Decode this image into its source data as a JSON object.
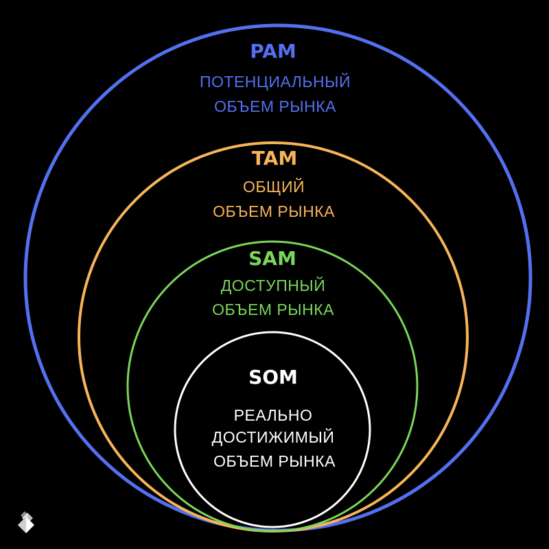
{
  "colors": {
    "background": "#000000",
    "pam": "#5470f0",
    "tam": "#f7b45a",
    "sam": "#7bd65a",
    "som": "#ffffff"
  },
  "rings": {
    "pam": {
      "title": "PAM",
      "line1": "ПОТЕНЦИАЛЬНЫЙ",
      "line2": "ОБЪЕМ РЫНКА"
    },
    "tam": {
      "title": "TAM",
      "line1": "ОБЩИЙ",
      "line2": "ОБЪЕМ РЫНКА"
    },
    "sam": {
      "title": "SAM",
      "line1": "ДОСТУПНЫЙ",
      "line2": "ОБЪЕМ РЫНКА"
    },
    "som": {
      "title": "SOM",
      "line1": "РЕАЛЬНО",
      "line2": "ДОСТИЖИМЫЙ",
      "line3": "ОБЪЕМ РЫНКА"
    }
  },
  "logo_icon": "layered-diamond-logo-icon"
}
